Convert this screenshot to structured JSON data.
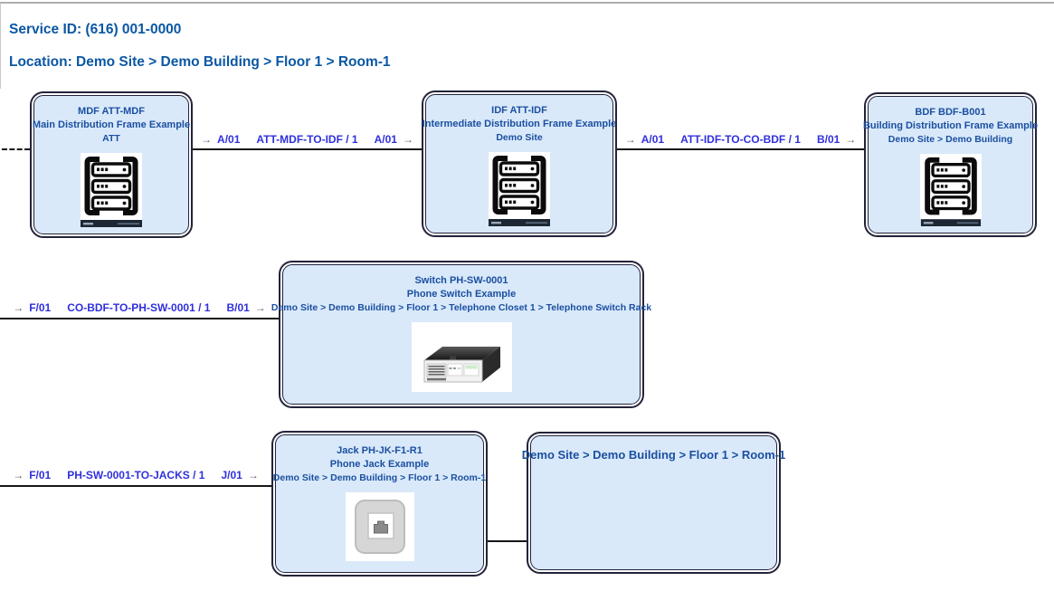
{
  "page": {
    "service_id": "Service ID: (616) 001-0000",
    "location": "Location: Demo Site > Demo Building > Floor 1 > Room-1"
  },
  "glyphs": {
    "arrow_right": "→"
  },
  "nodes": {
    "mdf": {
      "name": "MDF ATT-MDF",
      "type_desc": "Main Distribution Frame Example",
      "location": "ATT",
      "icon": "rack-icon"
    },
    "idf": {
      "name": "IDF ATT-IDF",
      "type_desc": "Intermediate Distribution Frame Example",
      "location": "Demo Site",
      "icon": "rack-icon"
    },
    "bdf": {
      "name": "BDF BDF-B001",
      "type_desc": "Building Distribution Frame Example",
      "location": "Demo Site > Demo Building",
      "icon": "rack-icon"
    },
    "switch": {
      "name": "Switch PH-SW-0001",
      "type_desc": "Phone Switch Example",
      "location": "Demo Site > Demo Building > Floor 1 > Telephone Closet 1 > Telephone Switch Rack",
      "icon": "phone-switch-icon"
    },
    "jack": {
      "name": "Jack PH-JK-F1-R1",
      "type_desc": "Phone Jack Example",
      "location": "Demo Site > Demo Building > Floor 1 > Room-1",
      "icon": "phone-jack-icon"
    },
    "room": {
      "name": "Demo Site > Demo Building > Floor 1 > Room-1"
    }
  },
  "links": {
    "mdf_idf": {
      "out_port": "A/01",
      "cable": "ATT-MDF-TO-IDF / 1",
      "in_port": "A/01"
    },
    "idf_bdf": {
      "out_port": "A/01",
      "cable": "ATT-IDF-TO-CO-BDF / 1",
      "in_port": "B/01"
    },
    "bdf_switch": {
      "out_port": "F/01",
      "cable": "CO-BDF-TO-PH-SW-0001 / 1",
      "in_port": "B/01"
    },
    "switch_jacks": {
      "out_port": "F/01",
      "cable": "PH-SW-0001-TO-JACKS / 1",
      "in_port": "J/01"
    }
  },
  "colors": {
    "header_text": "#0b57a4",
    "node_text": "#1b4fa0",
    "link_text": "#3030dd",
    "arrow": "#5f5f6a",
    "node_fill": "#d9e9fa",
    "node_border": "#23233a",
    "line": "#161616"
  }
}
